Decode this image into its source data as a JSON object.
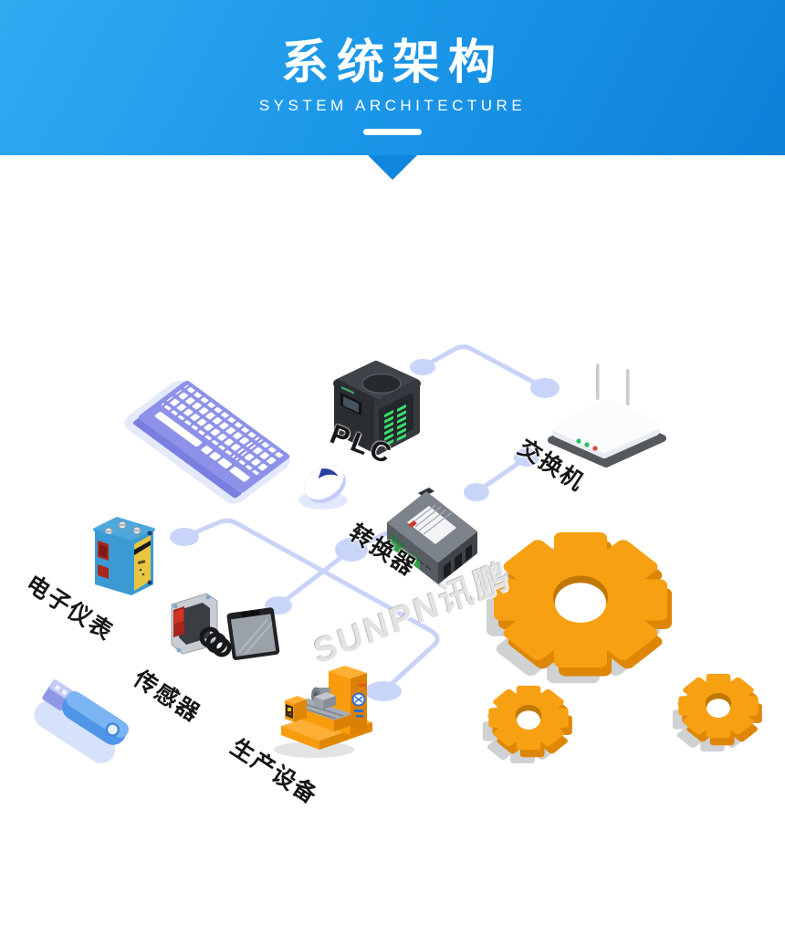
{
  "page": {
    "background": "#ffffff"
  },
  "header": {
    "title": "系统架构",
    "subtitle": "SYSTEM ARCHITECTURE",
    "gradient_start": "#30AAF1",
    "gradient_end": "#0D80D8"
  },
  "watermark": {
    "text": "SUNPN讯鹏"
  },
  "diagram": {
    "labels": {
      "plc": "PLC",
      "switch": "交换机",
      "converter": "转换器",
      "instrument": "电子仪表",
      "sensor": "传感器",
      "equipment": "生产设备"
    },
    "icons": [
      "keyboard-illustration",
      "mouse-illustration",
      "plc-device-illustration",
      "network-switch-illustration",
      "serial-converter-illustration",
      "photoelectric-instrument-illustration",
      "sensor-illustration",
      "usb-drive-illustration",
      "production-machine-illustration",
      "gear-large-icon",
      "gear-small-left-icon",
      "gear-small-right-icon"
    ],
    "colors": {
      "connector_line": "#C9D3F7",
      "connector_node": "#C9D5F8",
      "gear_orange": "#F7A011",
      "gear_orange_dark": "#DE8606",
      "keyboard_purple": "#8D92E8",
      "usb_blue": "#5A9FEC",
      "machine_orange": "#F89C0D",
      "plc_body": "#33373C",
      "switch_body": "#FBFCFE",
      "instrument_blue": "#3C9AD2",
      "instrument_yellow": "#E9C542"
    }
  }
}
